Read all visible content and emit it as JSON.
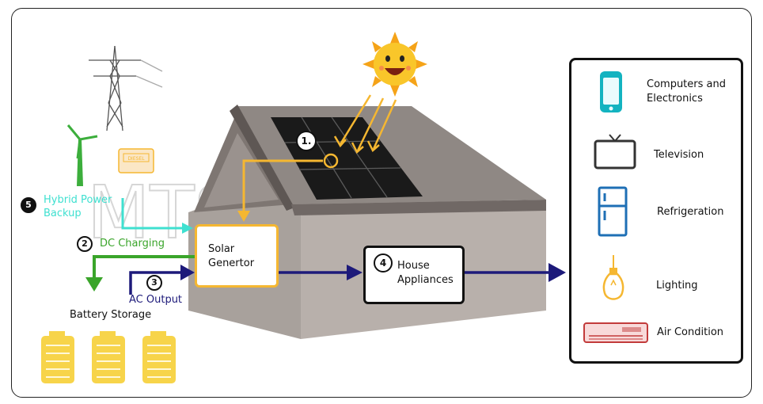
{
  "watermark": "MTSOLAR",
  "steps": {
    "step1": {
      "number": "1."
    },
    "step2": {
      "number": "2",
      "label": "DC Charging"
    },
    "step3": {
      "number": "3",
      "label": "AC Output"
    },
    "step4": {
      "number": "4",
      "label": "House Appliances"
    },
    "step5": {
      "number": "5",
      "label": "Hybrid Power Backup"
    }
  },
  "solar_generator": {
    "label": "Solar Genertor"
  },
  "battery": {
    "label": "Battery Storage"
  },
  "diesel": {
    "label": "DIESEL"
  },
  "appliances": [
    {
      "label": "Computers and Electronics",
      "icon": "phone-icon"
    },
    {
      "label": "Television",
      "icon": "tv-icon"
    },
    {
      "label": "Refrigeration",
      "icon": "fridge-icon"
    },
    {
      "label": "Lighting",
      "icon": "lightbulb-icon"
    },
    {
      "label": "Air Condition",
      "icon": "air-conditioner-icon"
    }
  ],
  "colors": {
    "solar": "#f5b731",
    "dc": "#3aa52a",
    "ac": "#1d1a7a",
    "hybrid": "#3fe0d0",
    "appliance_blue": "#1e6fb5",
    "phone": "#13b3c0"
  }
}
